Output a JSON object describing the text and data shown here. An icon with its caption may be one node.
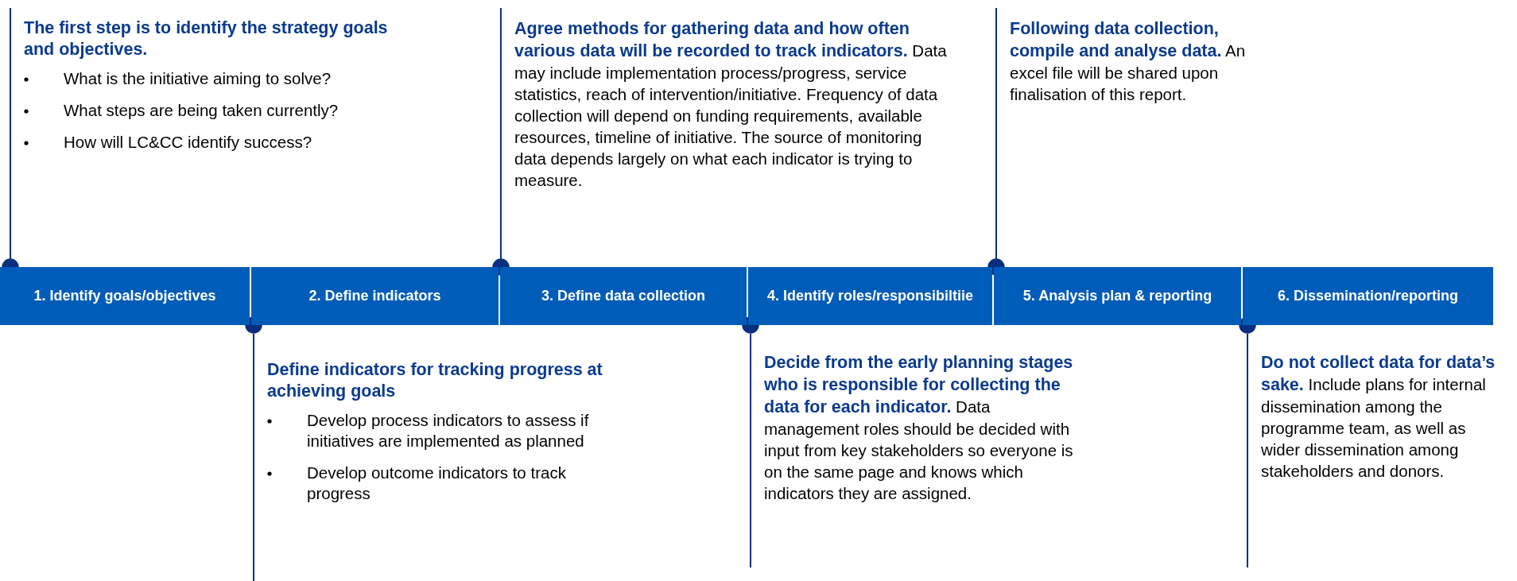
{
  "diagram": {
    "nodes": [
      {
        "text": [
          "The first step is to identify the strategy goals and objectives.",
          "What is the initiative aiming to solve?",
          "What steps are being taken currently?",
          "How will LC&CC identify success?"
        ]
      },
      {
        "text": [
          "**Agree methods for gathering data and how often various data will be recorded to track indicators.** Data may include implementation process/progress, service statistics, reach of intervention/initiative. Frequency of data collection will depend on funding requirements, available resources, timeline of initiative. The source of monitoring data depends largely on what each indicator is trying to measure."
        ]
      },
      {
        "text": [
          "**Following data collection, compile and analyse data.** An excel file will be shared upon finalisation of this report."
        ]
      },
      {
        "text": [
          "1. Identify goals/objectives"
        ]
      },
      {
        "text": [
          "2. Define indicators"
        ]
      },
      {
        "text": [
          "3. Define data collection"
        ]
      },
      {
        "text": [
          "4. Identify roles/responsibiltiie"
        ]
      },
      {
        "text": [
          "5. Analysis plan & reporting"
        ]
      },
      {
        "text": [
          "6. Dissemination/reporting"
        ]
      },
      {
        "text": [
          "Define indicators for tracking progress at achieving goals",
          "Develop process indicators to assess if initiatives are implemented as planned",
          "Develop outcome indicators to track progress"
        ]
      },
      {
        "text": [
          "**Decide from the early planning stages who is responsible for collecting the data for each indicator.** Data management roles should be decided with input from key stakeholders so everyone is on the same page and knows which indicators they are assigned."
        ]
      },
      {
        "text": [
          "**Do not collect data for data’s sake.** Include plans for internal dissemination among the programme team, as well as wider dissemination among stakeholders and donors."
        ]
      }
    ],
    "edges": [
      {
        "from": 0,
        "to": 3,
        "arrow": "other"
      },
      {
        "from": 9,
        "to": 4,
        "arrow": "other"
      },
      {
        "from": 1,
        "to": 5,
        "arrow": "other"
      },
      {
        "from": 10,
        "to": 6,
        "arrow": "other"
      },
      {
        "from": 2,
        "to": 7,
        "arrow": "other"
      },
      {
        "from": 11,
        "to": 8,
        "arrow": "other"
      }
    ]
  }
}
